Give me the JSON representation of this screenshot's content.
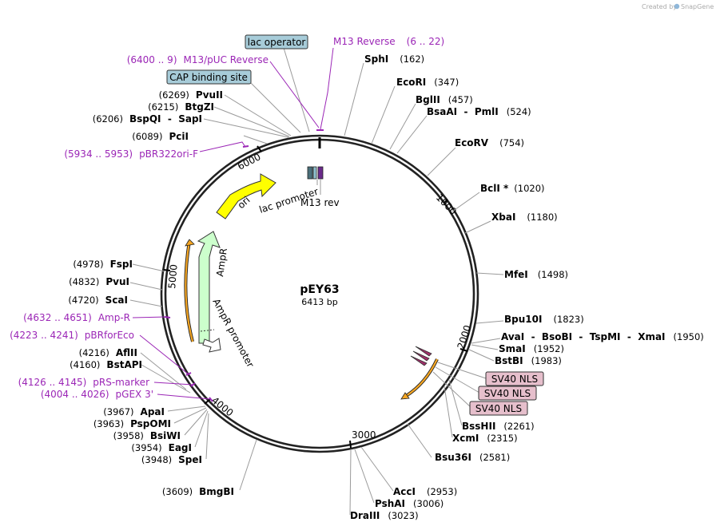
{
  "credit": "Created by",
  "brand": "SnapGene",
  "plasmid": {
    "name": "pEY63",
    "size": "6413 bp"
  },
  "ticks": [
    "1000",
    "2000",
    "3000",
    "4000",
    "5000",
    "6000"
  ],
  "features": {
    "ori": "ori",
    "lac_promoter": "lac promoter",
    "m13rev": "M13 rev",
    "ampr": "AmpR",
    "ampr_promoter": "AmpR promoter"
  },
  "sites": [
    {
      "name": "SphI",
      "pos": "(162)"
    },
    {
      "name": "EcoRI",
      "pos": "(347)"
    },
    {
      "name": "BglII",
      "pos": "(457)"
    },
    {
      "name": "BsaAI  -  PmlI",
      "pos": "(524)"
    },
    {
      "name": "EcoRV",
      "pos": "(754)"
    },
    {
      "name": "BclI *",
      "pos": "(1020)"
    },
    {
      "name": "XbaI",
      "pos": "(1180)"
    },
    {
      "name": "MfeI",
      "pos": "(1498)"
    },
    {
      "name": "Bpu10I",
      "pos": "(1823)"
    },
    {
      "name": "AvaI  -  BsoBI  -  TspMI  -  XmaI",
      "pos": "(1950)"
    },
    {
      "name": "SmaI",
      "pos": "(1952)"
    },
    {
      "name": "BstBI",
      "pos": "(1983)"
    },
    {
      "name": "BssHII",
      "pos": "(2261)"
    },
    {
      "name": "XcmI",
      "pos": "(2315)"
    },
    {
      "name": "Bsu36I",
      "pos": "(2581)"
    },
    {
      "name": "AccI",
      "pos": "(2953)"
    },
    {
      "name": "PshAI",
      "pos": "(3006)"
    },
    {
      "name": "DraIII",
      "pos": "(3023)"
    },
    {
      "name": "BmgBI",
      "pos": "(3609)"
    },
    {
      "name": "SpeI",
      "pos": "(3948)"
    },
    {
      "name": "EagI",
      "pos": "(3954)"
    },
    {
      "name": "BsiWI",
      "pos": "(3958)"
    },
    {
      "name": "PspOMI",
      "pos": "(3963)"
    },
    {
      "name": "ApaI",
      "pos": "(3967)"
    },
    {
      "name": "BstAPI",
      "pos": "(4160)"
    },
    {
      "name": "AflII",
      "pos": "(4216)"
    },
    {
      "name": "ScaI",
      "pos": "(4720)"
    },
    {
      "name": "PvuI",
      "pos": "(4832)"
    },
    {
      "name": "FspI",
      "pos": "(4978)"
    },
    {
      "name": "PciI",
      "pos": "(6089)"
    },
    {
      "name": "BspQI  -  SapI",
      "pos": "(6206)"
    },
    {
      "name": "BtgZI",
      "pos": "(6215)"
    },
    {
      "name": "PvuII",
      "pos": "(6269)"
    }
  ],
  "primers": [
    {
      "name": "M13 Reverse",
      "range": "(6 .. 22)"
    },
    {
      "name": "M13/pUC Reverse",
      "range": "(6400 .. 9)"
    },
    {
      "name": "pBR322ori-F",
      "range": "(5934 .. 5953)"
    },
    {
      "name": "Amp-R",
      "range": "(4632 .. 4651)"
    },
    {
      "name": "pBRforEco",
      "range": "(4223 .. 4241)"
    },
    {
      "name": "pRS-marker",
      "range": "(4126 .. 4145)"
    },
    {
      "name": "pGEX 3'",
      "range": "(4004 .. 4026)"
    }
  ],
  "boxes": {
    "lac_operator": "lac operator",
    "cap_site": "CAP binding site",
    "sv40_1": "SV40 NLS",
    "sv40_2": "SV40 NLS",
    "sv40_3": "SV40 NLS"
  },
  "colors": {
    "primer": "#9b26b6",
    "ori": "#ffff00",
    "ampr": "#ccffcc",
    "sv40_box": "#e6bfcc",
    "blue_box": "#a7ccd9",
    "orf": "#f5a623",
    "backbone": "#222222"
  }
}
